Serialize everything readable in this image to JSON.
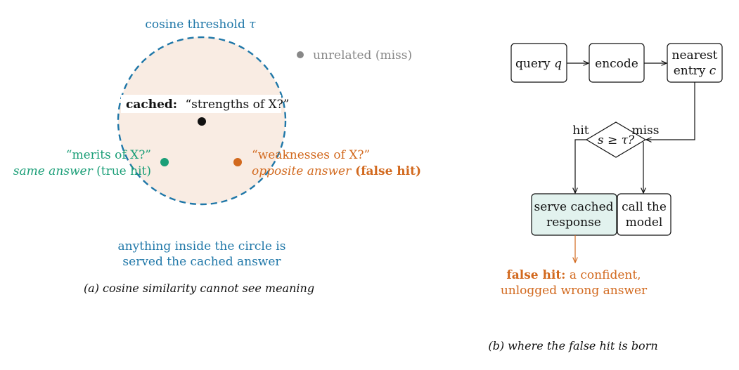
{
  "colors": {
    "blue": "#1f77a8",
    "orange": "#d2691e",
    "green": "#1a9e77",
    "gray": "#888888",
    "circle_fill": "#f9ece3",
    "serve_fill": "#e2f2ee"
  },
  "panel_a": {
    "threshold_label": "cosine threshold",
    "threshold_symbol": "τ",
    "unrelated_label": "unrelated (miss)",
    "cached_prefix": "cached:",
    "cached_query": "“strengths of X?”",
    "green_query": "“merits of X?”",
    "green_answer_italic": "same answer",
    "green_answer_rest": " (true hit)",
    "orange_query": "“weaknesses of X?”",
    "orange_answer_italic": "opposite answer",
    "orange_answer_bold": " (false hit)",
    "inside_line1": "anything inside the circle is",
    "inside_line2": "served the cached answer",
    "caption": "(a) cosine similarity cannot see meaning"
  },
  "panel_b": {
    "query_label": "query",
    "query_symbol": "q",
    "encode_label": "encode",
    "nearest_line1": "nearest",
    "nearest_line2": "entry",
    "nearest_symbol": "c",
    "decision_label": "s ≥ τ?",
    "hit_label": "hit",
    "miss_label": "miss",
    "serve_line1": "serve cached",
    "serve_line2": "response",
    "call_line1": "call the",
    "call_line2": "model",
    "false_hit_bold": "false hit:",
    "false_hit_rest": " a confident,",
    "false_hit_line2": "unlogged wrong answer",
    "caption": "(b) where the false hit is born"
  }
}
